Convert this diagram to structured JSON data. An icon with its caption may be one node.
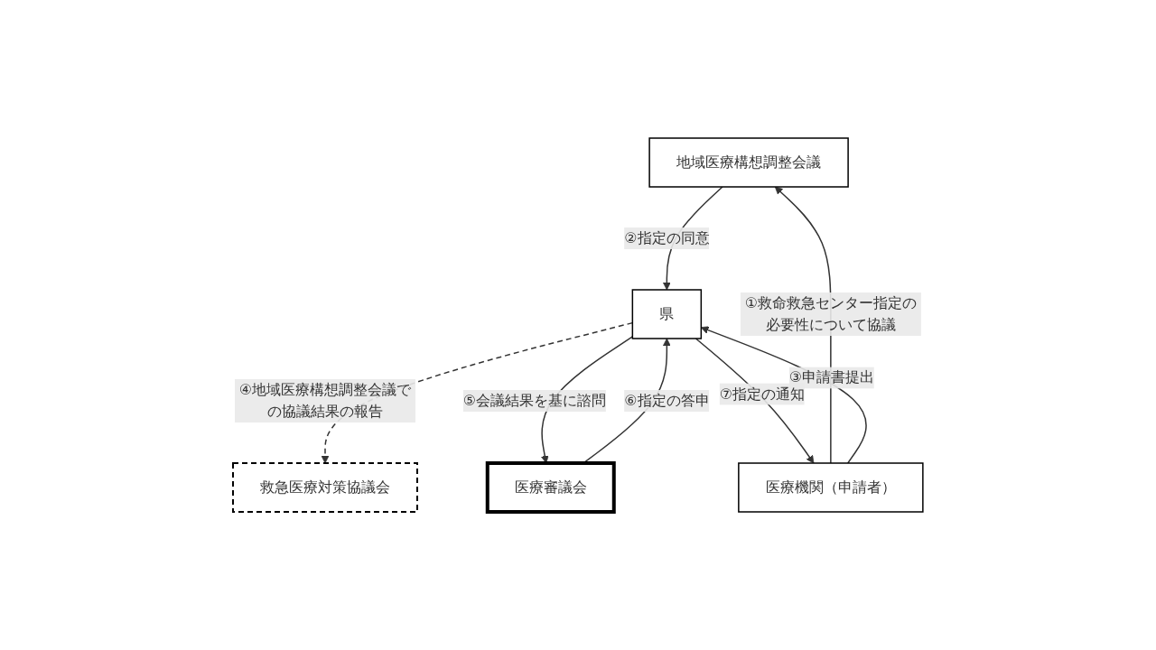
{
  "diagram": {
    "nodes": [
      {
        "text": [
          "地域医療構想調整会議"
        ]
      },
      {
        "text": [
          "医療機関（申請者）"
        ]
      },
      {
        "text": [
          "県"
        ]
      },
      {
        "text": [
          "医療審議会"
        ]
      },
      {
        "text": [
          "救急医療対策協議会"
        ]
      }
    ],
    "edges": [
      {
        "from": 1,
        "to": 0,
        "arrow": "to",
        "label": "①救命救急センター指定の必要性について協議"
      },
      {
        "from": 0,
        "to": 2,
        "arrow": "to",
        "label": "②指定の同意"
      },
      {
        "from": 1,
        "to": 2,
        "arrow": "to",
        "label": "③申請書提出"
      },
      {
        "from": 2,
        "to": 4,
        "arrow": "to",
        "label": "④地域医療構想調整会議での協議結果の報告",
        "style": "dashed"
      },
      {
        "from": 2,
        "to": 3,
        "arrow": "to",
        "label": "⑤会議結果を基に諮問"
      },
      {
        "from": 3,
        "to": 2,
        "arrow": "to",
        "label": "⑥指定の答申"
      },
      {
        "from": 2,
        "to": 1,
        "arrow": "to",
        "label": "⑦指定の通知"
      }
    ]
  }
}
